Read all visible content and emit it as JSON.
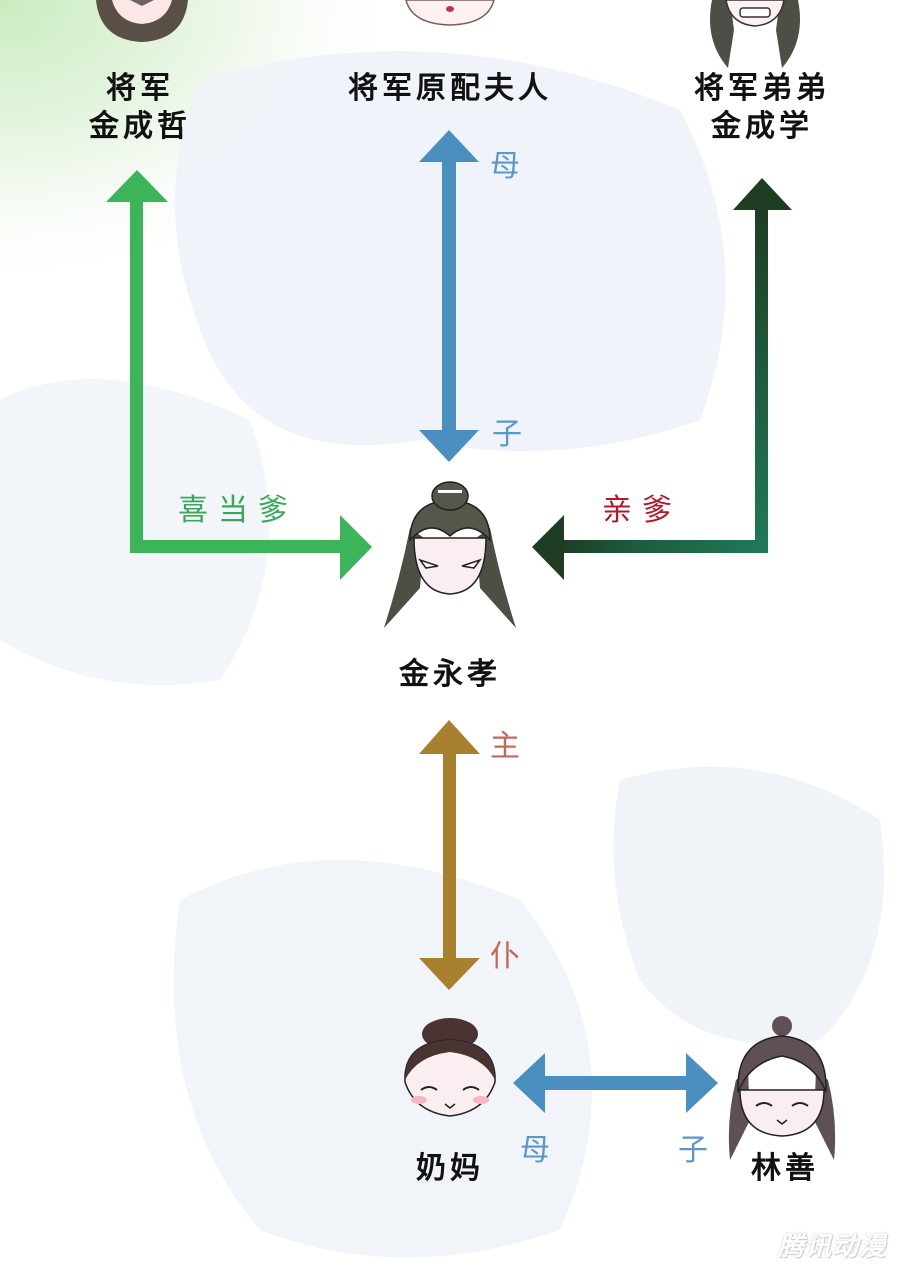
{
  "diagram": {
    "title": "",
    "nodes": [
      {
        "id": "general",
        "lines": [
          "将军",
          "金成哲"
        ]
      },
      {
        "id": "first_wife",
        "lines": [
          "将军原配夫人"
        ]
      },
      {
        "id": "brother",
        "lines": [
          "将军弟弟",
          "金成学"
        ]
      },
      {
        "id": "protagonist",
        "lines": [
          "金永孝"
        ]
      },
      {
        "id": "nanny",
        "lines": [
          "奶妈"
        ]
      },
      {
        "id": "linshan",
        "lines": [
          "林善"
        ]
      }
    ],
    "edges": [
      {
        "from": "general",
        "to": "protagonist",
        "label": "喜当爹",
        "color": "#3cb55a"
      },
      {
        "from": "first_wife",
        "to": "protagonist",
        "label_from": "母",
        "label_to": "子",
        "color": "#4a8fc0"
      },
      {
        "from": "brother",
        "to": "protagonist",
        "label": "亲爹",
        "color": "#1f6b4a"
      },
      {
        "from": "protagonist",
        "to": "nanny",
        "label_from": "主",
        "label_to": "仆",
        "color": "#a8812e"
      },
      {
        "from": "nanny",
        "to": "linshan",
        "label_from": "母",
        "label_to": "子",
        "color": "#4a8fc0"
      }
    ],
    "labels": {
      "general_line1": "将军",
      "general_line2": "金成哲",
      "wife": "将军原配夫人",
      "brother_line1": "将军弟弟",
      "brother_line2": "金成学",
      "protagonist": "金永孝",
      "nanny": "奶妈",
      "linshan": "林善",
      "xi_dang_die": "喜当爹",
      "qin_die": "亲爹",
      "mu_top": "母",
      "zi_top": "子",
      "zhu": "主",
      "pu": "仆",
      "mu_bottom": "母",
      "zi_bottom": "子"
    },
    "colors": {
      "green_arrow": "#3cb55a",
      "dark_green_top": "#1e3d23",
      "dark_green_bottom": "#1f7a58",
      "blue_arrow": "#4a8fc0",
      "gold_arrow": "#a8812e",
      "green_label": "#3aa858",
      "red_label": "#b0182c",
      "blue_label": "#5b97c9",
      "brown_label": "#c06a5a"
    },
    "watermark": "腾讯动漫"
  }
}
